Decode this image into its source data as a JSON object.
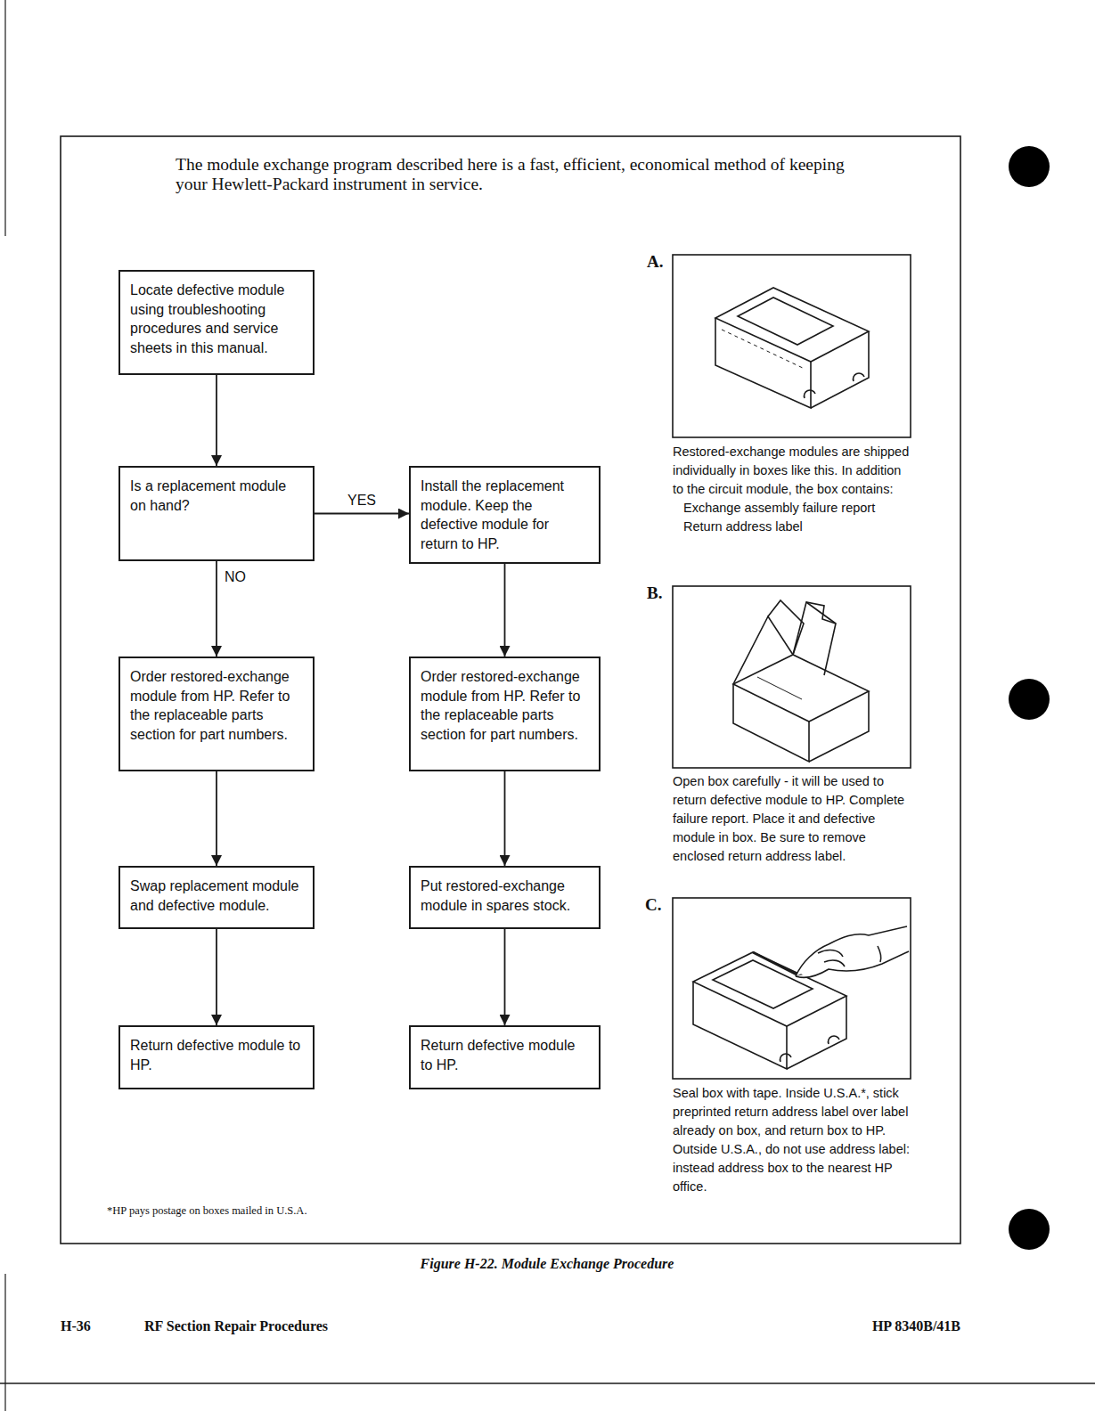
{
  "diagram": {
    "caption": "Figure H-22. Module Exchange Procedure",
    "nodes": [
      {
        "text": [
          "Locate defective module using troubleshooting procedures and service sheets in this manual."
        ]
      },
      {
        "text": [
          "Is a replacement module on hand?"
        ]
      },
      {
        "text": [
          "Install the replacement module. Keep the defective module for return to HP."
        ]
      },
      {
        "text": [
          "Order restored-exchange module from HP. Refer to the replaceable parts section for part numbers."
        ]
      },
      {
        "text": [
          "Order restored-exchange module from HP. Refer to the replaceable parts section for part numbers."
        ]
      },
      {
        "text": [
          "Swap replacement module and defective module."
        ]
      },
      {
        "text": [
          "Put restored-exchange module in spares stock."
        ]
      },
      {
        "text": [
          "Return defective module to HP."
        ]
      },
      {
        "text": [
          "Return defective module to HP."
        ]
      }
    ],
    "edges": [
      {
        "from": 0,
        "to": 1,
        "arrow": "to"
      },
      {
        "from": 1,
        "to": 2,
        "label": "YES",
        "arrow": "to"
      },
      {
        "from": 1,
        "to": 3,
        "label": "NO",
        "arrow": "to"
      },
      {
        "from": 3,
        "to": 5,
        "arrow": "to"
      },
      {
        "from": 5,
        "to": 7,
        "arrow": "to"
      },
      {
        "from": 2,
        "to": 4,
        "arrow": "to"
      },
      {
        "from": 4,
        "to": 6,
        "arrow": "to"
      },
      {
        "from": 6,
        "to": 8,
        "arrow": "to"
      }
    ],
    "labels": [
      "The module exchange program described here is a fast, efficient, economical method of keeping your Hewlett-Packard instrument in service.",
      "A.",
      "Restored-exchange modules are shipped individually in boxes like this. In addition to the circuit module, the box contains:",
      "Exchange assembly failure report",
      "Return address label",
      "B.",
      "Open box carefully - it will be used to return defective module to HP. Complete failure report. Place it and defective module in box. Be sure to remove enclosed return address label.",
      "C.",
      "Seal box with tape. Inside U.S.A.*, stick preprinted return address label over label already on box, and return box to HP. Outside U.S.A., do not use address label: instead address box to the nearest HP office.",
      "*HP pays postage on boxes mailed in U.S.A.",
      "H-36",
      "RF Section Repair Procedures",
      "HP 8340B/41B"
    ]
  }
}
